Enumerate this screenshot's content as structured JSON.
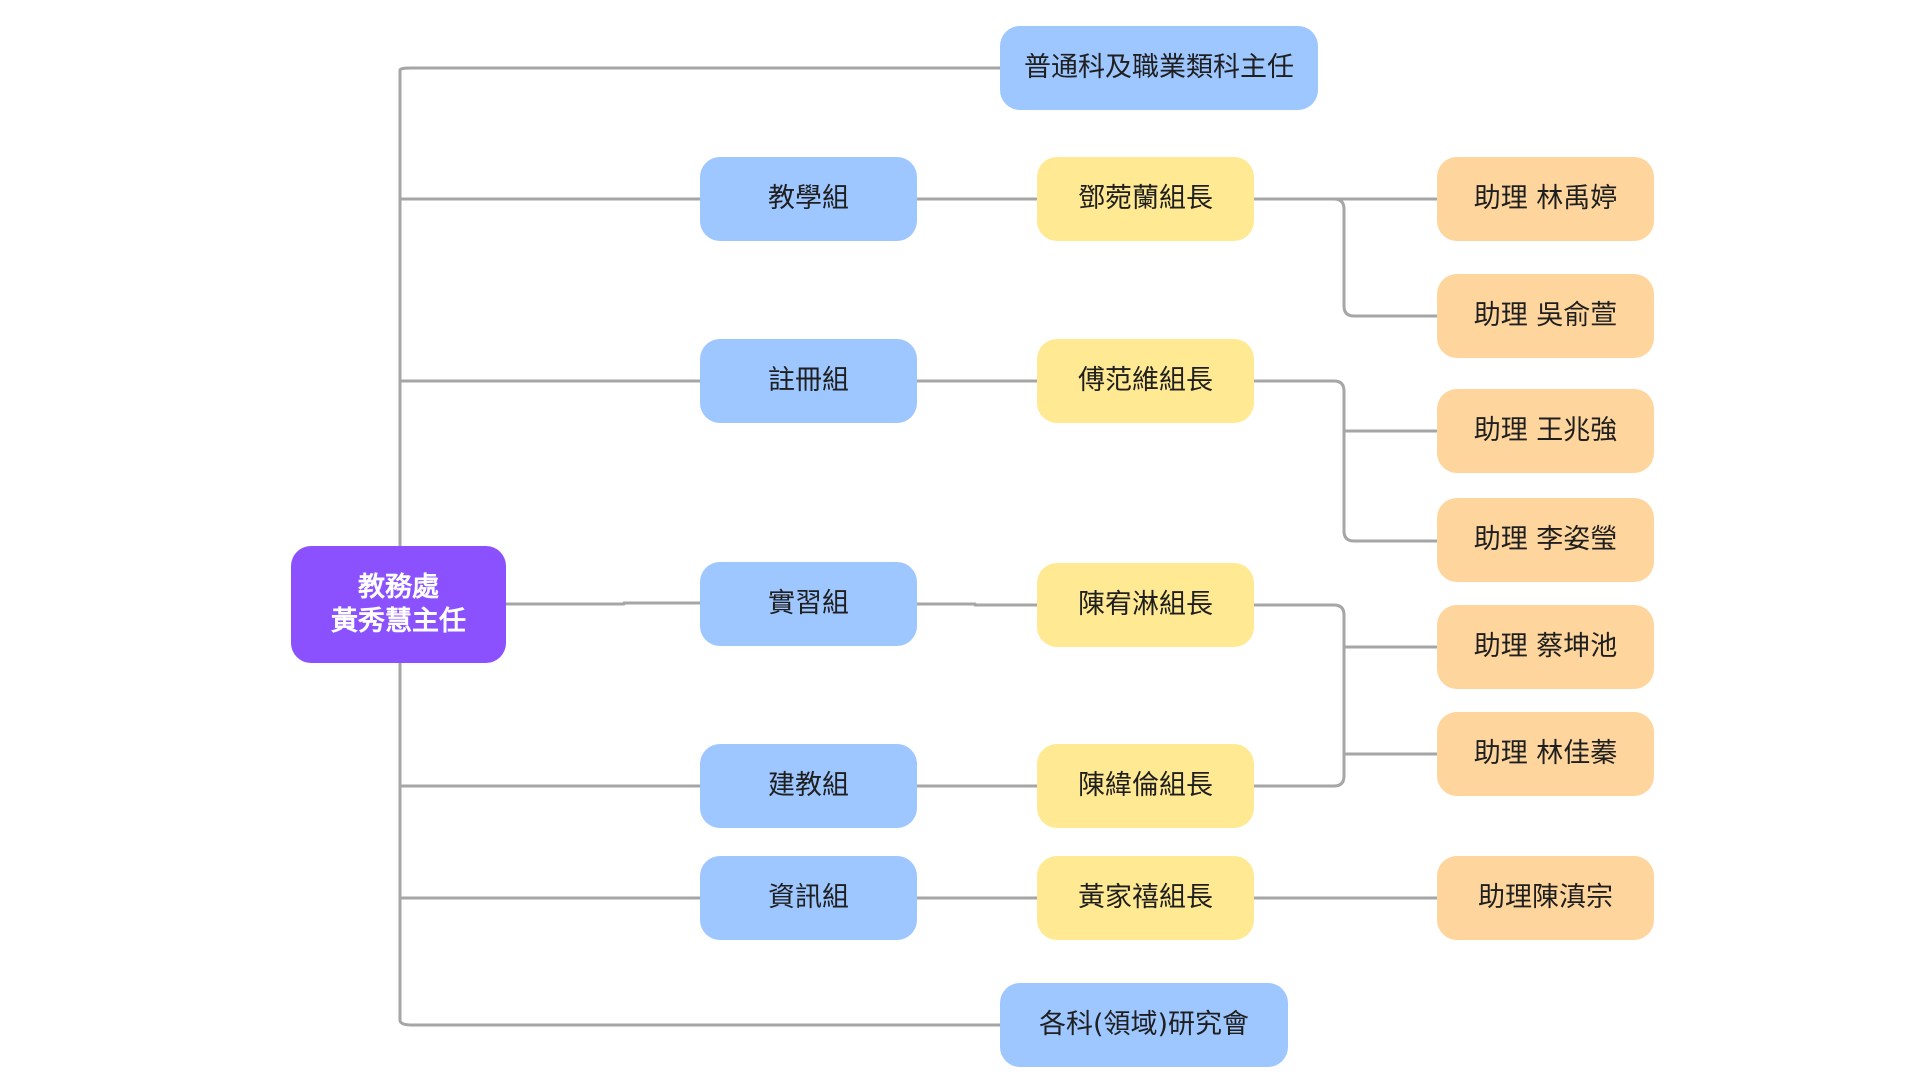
{
  "root": {
    "line1": "教務處",
    "line2": "黃秀慧主任"
  },
  "top_node": "普通科及職業類科主任",
  "bottom_node": "各科(領域)研究會",
  "departments": [
    {
      "name": "教學組",
      "leader": "鄧菀蘭組長"
    },
    {
      "name": "註冊組",
      "leader": "傅范維組長"
    },
    {
      "name": "實習組",
      "leader": "陳宥淋組長"
    },
    {
      "name": "建教組",
      "leader": "陳緯倫組長"
    },
    {
      "name": "資訊組",
      "leader": "黃家禧組長"
    }
  ],
  "assistants": [
    "助理  林禹婷",
    "助理 吳俞萱",
    "助理 王兆強",
    "助理 李姿瑩",
    "助理 蔡坤池",
    "助理 林佳蓁",
    "助理陳滇宗"
  ],
  "colors": {
    "root": "#8b51ff",
    "department": "#9ec6ff",
    "leader": "#ffe992",
    "assistant": "#fed59c",
    "connector": "#a6a6a6"
  }
}
